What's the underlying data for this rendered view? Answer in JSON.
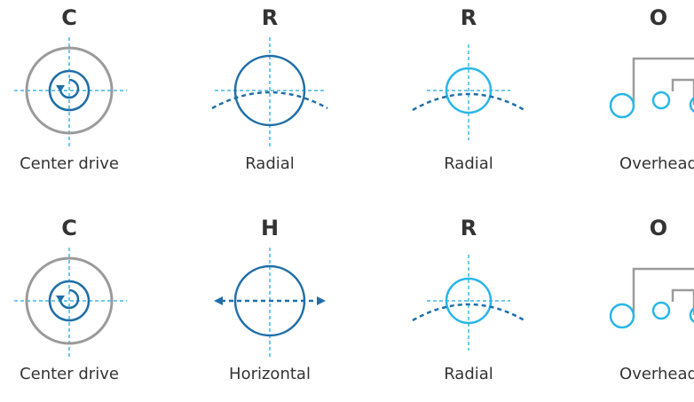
{
  "colors": {
    "gray": "#9b9b9b",
    "dark_blue": "#1f6fa8",
    "light_blue": "#29b6e8",
    "dashed_blue": "#3fb8e6",
    "text": "#333333"
  },
  "rows": [
    {
      "cells": [
        {
          "letter": "C",
          "label": "Center drive",
          "icon": "center-drive-icon"
        },
        {
          "letter": "R",
          "label": "Radial",
          "icon": "radial-dark-icon"
        },
        {
          "letter": "R",
          "label": "Radial",
          "icon": "radial-light-icon"
        },
        {
          "letter": "O",
          "label": "Overhead",
          "icon": "overhead-icon"
        }
      ]
    },
    {
      "cells": [
        {
          "letter": "C",
          "label": "Center drive",
          "icon": "center-drive-icon"
        },
        {
          "letter": "H",
          "label": "Horizontal",
          "icon": "horizontal-icon"
        },
        {
          "letter": "R",
          "label": "Radial",
          "icon": "radial-light-icon"
        },
        {
          "letter": "O",
          "label": "Overhead",
          "icon": "overhead-icon"
        }
      ]
    }
  ]
}
